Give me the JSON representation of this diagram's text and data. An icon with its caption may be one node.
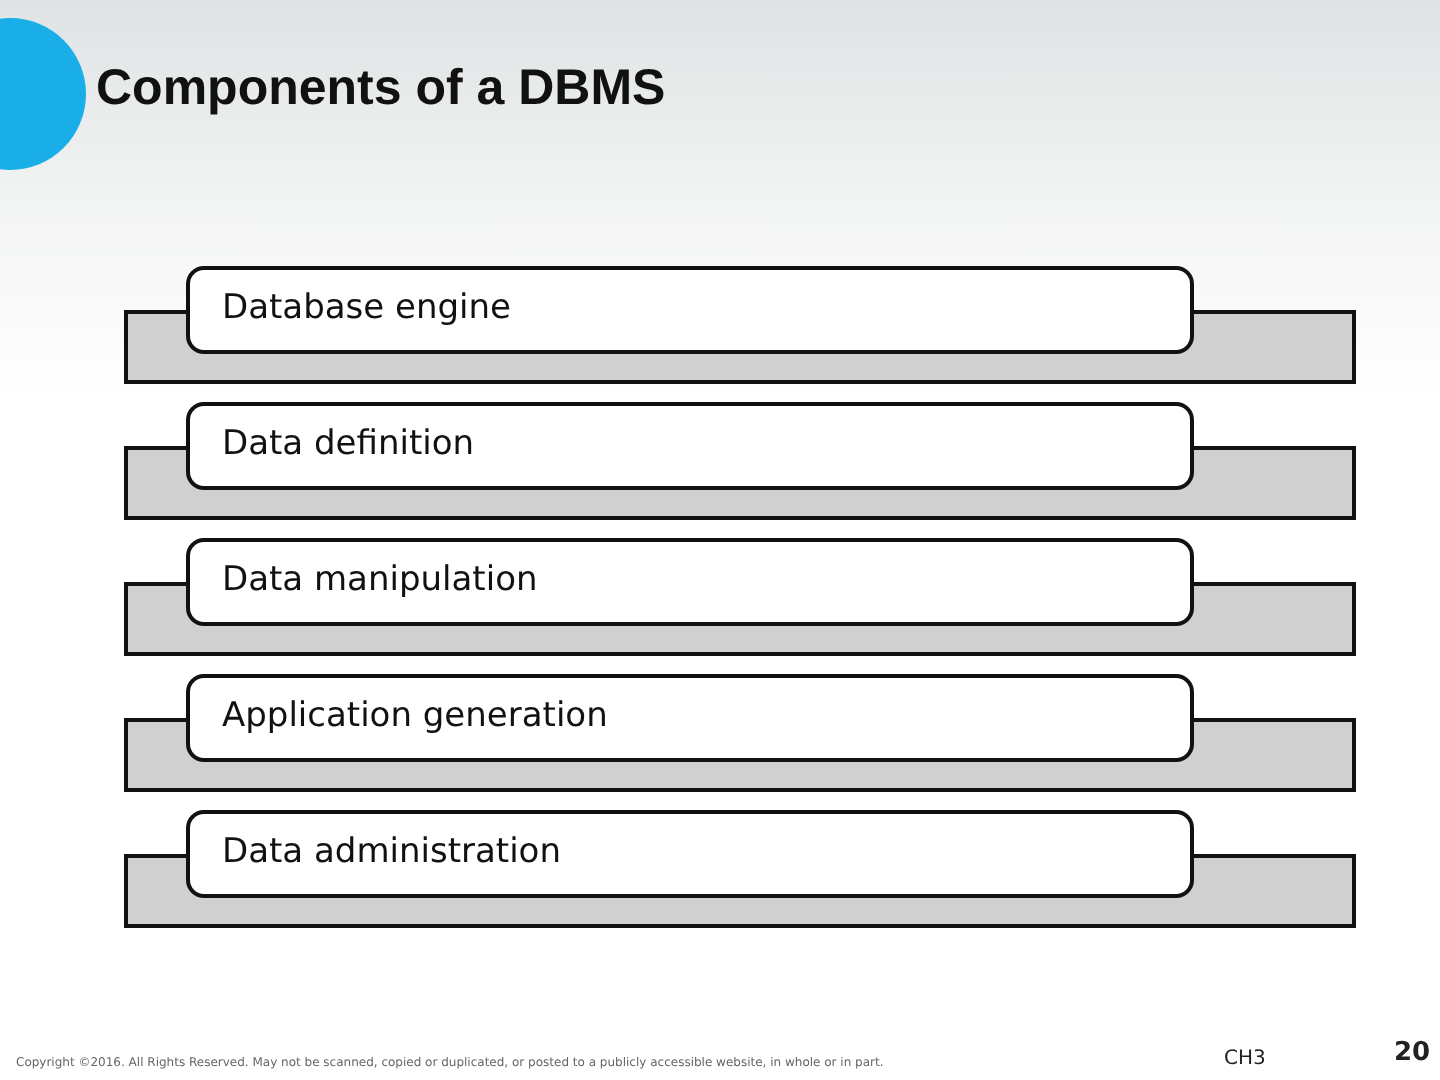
{
  "diagram": {
    "title": "Components of a DBMS",
    "nodes": [
      {
        "text": [
          "Database engine"
        ]
      },
      {
        "text": [
          "Data definition"
        ]
      },
      {
        "text": [
          "Data manipulation"
        ]
      },
      {
        "text": [
          "Application generation"
        ]
      },
      {
        "text": [
          "Data administration"
        ]
      }
    ],
    "labels": [
      "Copyright ©2016. All Rights Reserved. May not be scanned, copied or duplicated, or posted to a publicly accessible website, in whole or in part.",
      "CH3",
      "20"
    ]
  }
}
